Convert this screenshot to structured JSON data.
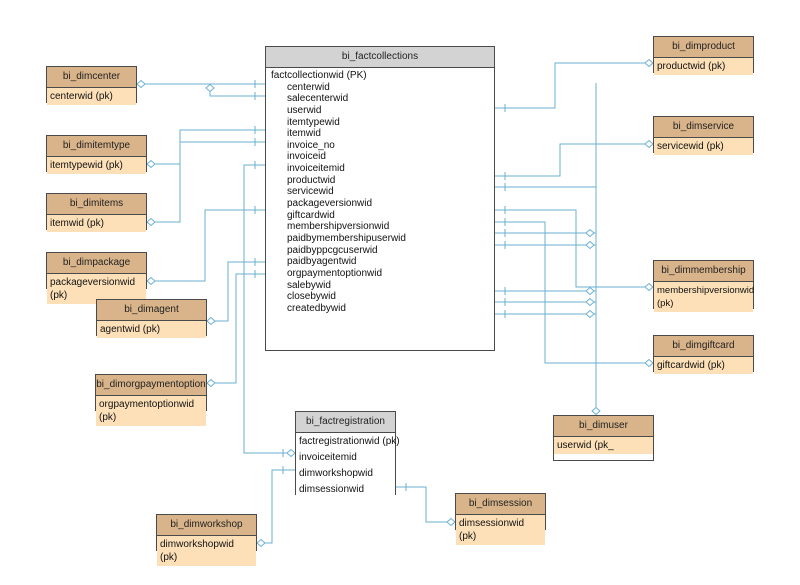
{
  "fact": {
    "title": "bi_factcollections",
    "pk": "factcollectionwid (PK)",
    "fields": [
      "centerwid",
      "salecenterwid",
      "userwid",
      "itemtypewid",
      "itemwid",
      "invoice_no",
      "invoiceid",
      "invoiceitemid",
      "productwid",
      "servicewid",
      "packageversionwid",
      "giftcardwid",
      "membershipversionwid",
      "paidbymembershipuserwid",
      "paidbyppcgcuserwid",
      "paidbyagentwid",
      "orgpaymentoptionwid",
      "salebywid",
      "closebywid",
      "createdbywid"
    ]
  },
  "registration": {
    "title": "bi_factregistration",
    "fields": [
      "factregistrationwid (pk)",
      "invoiceitemid",
      "dimworkshopwid",
      "dimsessionwid"
    ]
  },
  "dims": {
    "center": {
      "title": "bi_dimcenter",
      "key": "centerwid (pk)"
    },
    "itemtype": {
      "title": "bi_dimitemtype",
      "key": "itemtypewid (pk)"
    },
    "items": {
      "title": "bi_dimitems",
      "key": "itemwid (pk)"
    },
    "package": {
      "title": "bi_dimpackage",
      "key": "packageversionwid (pk)"
    },
    "agent": {
      "title": "bi_dimagent",
      "key": "agentwid (pk)"
    },
    "orgpayment": {
      "title": "bi_dimorgpaymentoption",
      "key": "orgpaymentoptionwid (pk)"
    },
    "workshop": {
      "title": "bi_dimworkshop",
      "key": "dimworkshopwid (pk)"
    },
    "product": {
      "title": "bi_dimproduct",
      "key": "productwid (pk)"
    },
    "service": {
      "title": "bi_dimservice",
      "key": "servicewid (pk)"
    },
    "membership": {
      "title": "bi_dimmembership",
      "key": "membershipversionwid (pk)"
    },
    "giftcard": {
      "title": "bi_dimgiftcard",
      "key": "giftcardwid (pk)"
    },
    "user": {
      "title": "bi_dimuser",
      "key": "userwid (pk_"
    },
    "session": {
      "title": "bi_dimsession",
      "key": "dimsessionwid (pk)"
    }
  },
  "colors": {
    "line": "#6bb1d2",
    "dim_header": "#d9b48a",
    "dim_body": "#fde0b8",
    "fact_header": "#d3d3d3"
  }
}
